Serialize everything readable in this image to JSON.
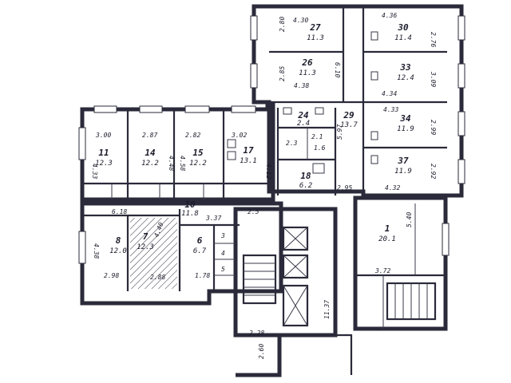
{
  "rooms": [
    {
      "id": "r11",
      "number": "11",
      "area": "12.3"
    },
    {
      "id": "r14",
      "number": "14",
      "area": "12.2"
    },
    {
      "id": "r15",
      "number": "15",
      "area": "12.2"
    },
    {
      "id": "r17",
      "number": "17",
      "area": "13.1"
    },
    {
      "id": "r8",
      "number": "8",
      "area": "12.0"
    },
    {
      "id": "r7",
      "number": "7",
      "area": "12.3"
    },
    {
      "id": "r6",
      "number": "6",
      "area": "6.7"
    },
    {
      "id": "r10",
      "number": "10",
      "area": "11.8"
    },
    {
      "id": "r18",
      "number": "18",
      "area": "6.2"
    },
    {
      "id": "r24",
      "number": "24",
      "area": "2.4"
    },
    {
      "id": "r29",
      "number": "29",
      "area": "13.7"
    },
    {
      "id": "r27",
      "number": "27",
      "area": "11.3"
    },
    {
      "id": "r26",
      "number": "26",
      "area": "11.3"
    },
    {
      "id": "r30",
      "number": "30",
      "area": "11.4"
    },
    {
      "id": "r33",
      "number": "33",
      "area": "12.4"
    },
    {
      "id": "r34",
      "number": "34",
      "area": "11.9"
    },
    {
      "id": "r37",
      "number": "37",
      "area": "11.9"
    },
    {
      "id": "r1",
      "number": "1",
      "area": "20.1"
    }
  ],
  "small_labels": [
    "2.3",
    "2.1",
    "1.6",
    "2.5",
    "3",
    "4",
    "5"
  ],
  "dimensions": [
    "3.00",
    "2.87",
    "2.82",
    "3.02",
    "4.33",
    "4.48",
    "4.58",
    "4.12",
    "6.18",
    "3.37",
    "4.38",
    "4.40",
    "2.98",
    "2.88",
    "1.78",
    "5.97",
    "2.95",
    "4.30",
    "2.80",
    "2.85",
    "4.38",
    "6.10",
    "4.36",
    "2.76",
    "3.09",
    "4.34",
    "4.33",
    "2.99",
    "2.92",
    "4.32",
    "5.40",
    "3.72",
    "11.37",
    "2.28",
    "2.60"
  ]
}
